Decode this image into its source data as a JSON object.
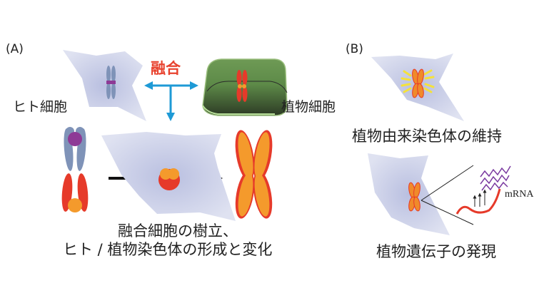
{
  "panel_a": {
    "label": "(A)",
    "fusion": "融合",
    "human_cell": "ヒト細胞",
    "plant_cell": "植物細胞",
    "caption_line1": "融合細胞の樹立、",
    "caption_line2": "ヒト / 植物染色体の形成と変化"
  },
  "panel_b": {
    "label": "(B)",
    "caption_top": "植物由来染色体の維持",
    "mrna": "mRNA",
    "caption_bottom": "植物遺伝子の発現"
  },
  "colors": {
    "fusion_text": "#e8432f",
    "arrow": "#1e9ad6",
    "cell": "#c9cde6",
    "human_chrom": "#7f93b8",
    "plant_chrom": "#e63a2a",
    "orange": "#f49a2c",
    "plant_box": "#5f8e4a"
  }
}
